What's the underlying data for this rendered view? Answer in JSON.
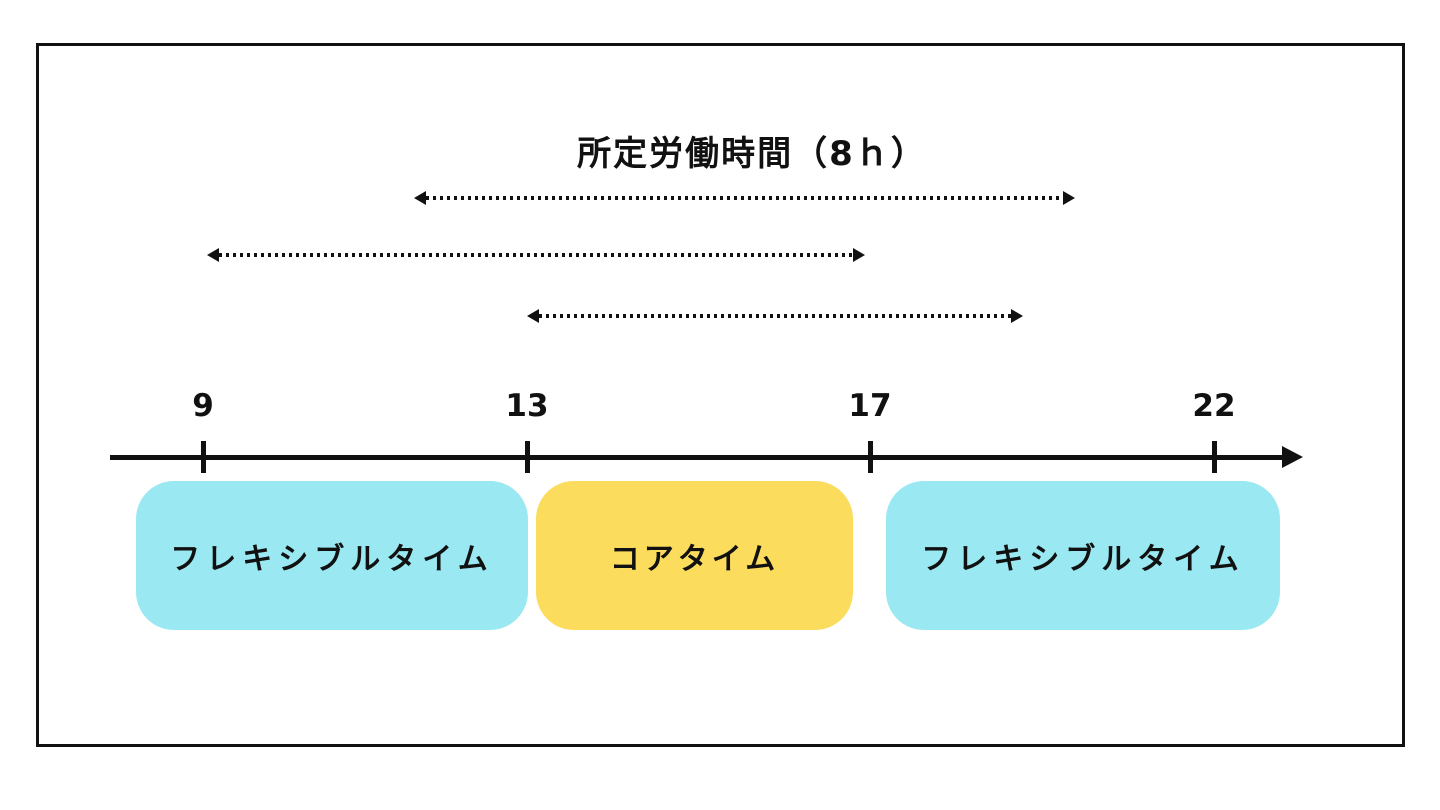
{
  "title": "所定労働時間（8ｈ）",
  "axis": {
    "ticks": [
      "9",
      "13",
      "17",
      "22"
    ],
    "arrow_icon": "right-arrowhead-icon"
  },
  "blocks": [
    {
      "label": "フレキシブルタイム",
      "from_tick": "9",
      "to_tick": "13",
      "color_key": "flexible"
    },
    {
      "label": "コアタイム",
      "from_tick": "13",
      "to_tick": "17",
      "color_key": "core"
    },
    {
      "label": "フレキシブルタイム",
      "from_tick": "17",
      "to_tick": "22",
      "color_key": "flexible"
    }
  ],
  "arrows": [
    {
      "name": "work-span-arrow-top",
      "type": "dotted-double-headed"
    },
    {
      "name": "work-span-arrow-middle",
      "type": "dotted-double-headed"
    },
    {
      "name": "work-span-arrow-bottom",
      "type": "dotted-double-headed"
    }
  ],
  "colors": {
    "flexible": "#9AE9F2",
    "core": "#FBDC5C",
    "ink": "#111111",
    "background": "#FFFFFF"
  }
}
